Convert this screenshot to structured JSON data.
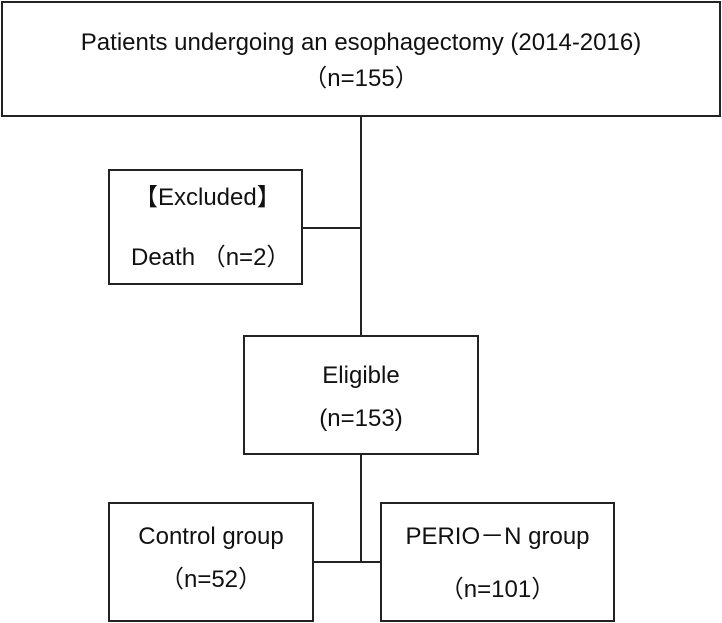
{
  "diagram": {
    "top_box": {
      "line1": "Patients undergoing an esophagectomy (2014-2016)",
      "line2": "（n=155）"
    },
    "excluded_box": {
      "heading": "【Excluded】",
      "line1": "Death （n=2）"
    },
    "eligible_box": {
      "line1": "Eligible",
      "line2": "(n=153)"
    },
    "control_box": {
      "line1": "Control group",
      "line2": "（n=52）"
    },
    "perio_box": {
      "line1": "PERIO－N group",
      "line2": "（n=101）"
    }
  }
}
